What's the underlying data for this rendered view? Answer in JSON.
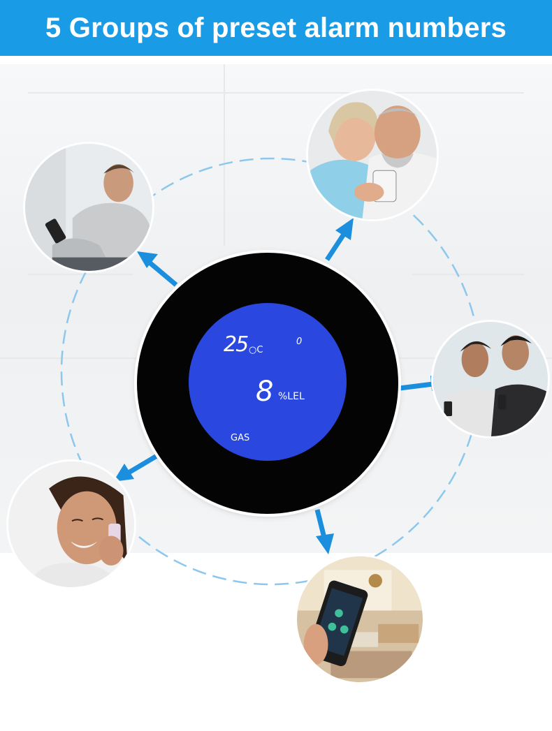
{
  "banner": {
    "title": "5 Groups of preset alarm numbers"
  },
  "device": {
    "temperature_value": "25",
    "temperature_unit": "○C",
    "indicator": "0",
    "gas_value": "8",
    "gas_unit": "%LEL",
    "gas_label": "GAS"
  },
  "contacts": [
    {
      "icon": "man-thinking-with-phone-photo"
    },
    {
      "icon": "elderly-couple-with-phone-photo"
    },
    {
      "icon": "two-men-with-phones-photo"
    },
    {
      "icon": "woman-on-phone-call-photo"
    },
    {
      "icon": "smart-home-app-photo"
    }
  ],
  "colors": {
    "banner": "#1a9be6",
    "arrow": "#1b8fdd",
    "dashed_ring": "#8cc8ee",
    "device_body": "#040404",
    "lcd_screen": "#2a47e0"
  }
}
